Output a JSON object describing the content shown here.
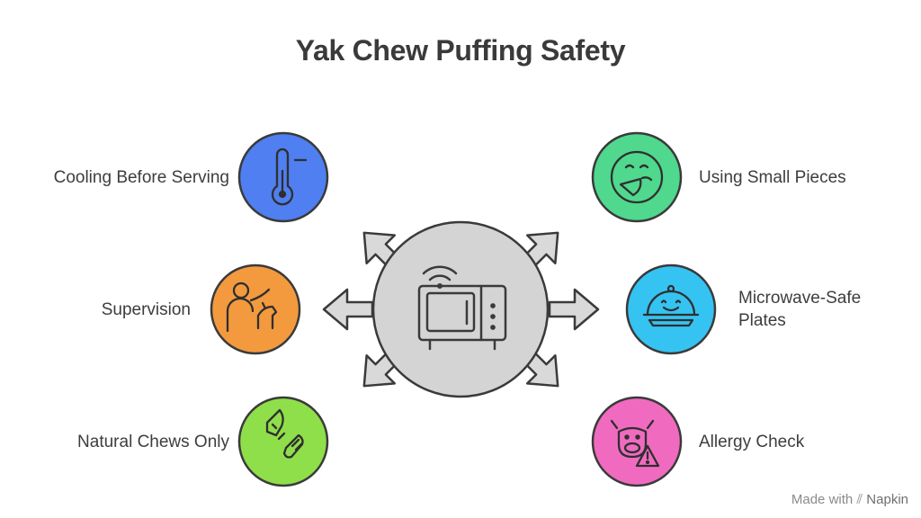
{
  "title": "Yak Chew Puffing Safety",
  "center": {
    "icon": "microwave-icon",
    "color": "#d4d4d4"
  },
  "items": [
    {
      "label": "Cooling Before Serving",
      "icon": "thermometer-icon",
      "color": "#4f7ff0"
    },
    {
      "label": "Supervision",
      "icon": "person-with-dog-icon",
      "color": "#f39a3f"
    },
    {
      "label": "Natural Chews Only",
      "icon": "dog-chew-icon",
      "color": "#8fdf4a"
    },
    {
      "label": "Using Small Pieces",
      "icon": "smiling-face-eating-icon",
      "color": "#4fd88e"
    },
    {
      "label": "Microwave-Safe Plates",
      "icon": "covered-plate-icon",
      "color": "#35c3f2"
    },
    {
      "label": "Allergy Check",
      "icon": "cow-warning-icon",
      "color": "#f06bc0"
    }
  ],
  "footer": {
    "made_with": "Made with",
    "brand": "Napkin"
  }
}
